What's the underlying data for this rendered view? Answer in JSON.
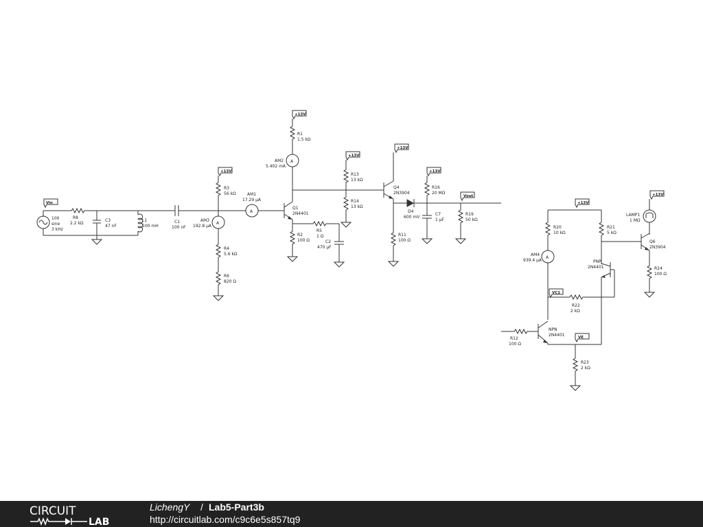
{
  "tags": {
    "vin": "Vin",
    "vout": "Vout",
    "vc1": "VC1",
    "ve": "VE",
    "supply": "+13V"
  },
  "components": {
    "source": {
      "line1": "100",
      "line2": "sine",
      "line3": "3 kHz"
    },
    "R8": {
      "name": "R8",
      "value": "2.2 kΩ"
    },
    "C3": {
      "name": "C3",
      "value": "47 nF"
    },
    "L1": {
      "name": "L1",
      "value": "100 mH"
    },
    "C1": {
      "name": "C1",
      "value": "100 nF"
    },
    "R3": {
      "name": "R3",
      "value": "56 kΩ"
    },
    "AM3": {
      "name": "AM3",
      "value": "192.8 µA"
    },
    "R4": {
      "name": "R4",
      "value": "5.6 kΩ"
    },
    "R6": {
      "name": "R6",
      "value": "820 Ω"
    },
    "AM1": {
      "name": "AM1",
      "value": "17.29 µA"
    },
    "R1": {
      "name": "R1",
      "value": "1.5 kΩ"
    },
    "AM2": {
      "name": "AM2",
      "value": "5.402 mA"
    },
    "Q1": {
      "name": "Q1",
      "value": "2N4401"
    },
    "R2": {
      "name": "R2",
      "value": "100 Ω"
    },
    "R5": {
      "name": "R5",
      "value": "1 Ω"
    },
    "C2": {
      "name": "C2",
      "value": "470 µF"
    },
    "R13": {
      "name": "R13",
      "value": "13 kΩ"
    },
    "R14": {
      "name": "R14",
      "value": "13 kΩ"
    },
    "Q4": {
      "name": "Q4",
      "value": "2N3904"
    },
    "R11": {
      "name": "R11",
      "value": "100 Ω"
    },
    "D4": {
      "name": "D4",
      "value": "600 mV"
    },
    "R16": {
      "name": "R16",
      "value": "20 MΩ"
    },
    "C7": {
      "name": "C7",
      "value": "1 µF"
    },
    "R19": {
      "name": "R19",
      "value": "50 kΩ"
    },
    "R20": {
      "name": "R20",
      "value": "10 kΩ"
    },
    "R21": {
      "name": "R21",
      "value": "5 kΩ"
    },
    "AM4": {
      "name": "AM4",
      "value": "939.4 µA"
    },
    "PNP": {
      "name": "PNP",
      "value": "2N4401"
    },
    "R22": {
      "name": "R22",
      "value": "2 kΩ"
    },
    "NPN": {
      "name": "NPN",
      "value": "2N4401"
    },
    "R12": {
      "name": "R12",
      "value": "100 Ω"
    },
    "R23": {
      "name": "R23",
      "value": "2 kΩ"
    },
    "LAMP1": {
      "name": "LAMP1",
      "value": "1 MΩ"
    },
    "Q6": {
      "name": "Q6",
      "value": "2N3904"
    },
    "R24": {
      "name": "R24",
      "value": "100 Ω"
    }
  },
  "meter_symbol": "A",
  "footer": {
    "logo_top": "CIRCUIT",
    "logo_bottom": "LAB",
    "author": "LichengY",
    "separator": "/",
    "title": "Lab5-Part3b",
    "url": "http://circuitlab.com/c9c6e5s857tq9"
  },
  "colors": {
    "footer_bg": "#222222",
    "wire": "#333333",
    "text": "#222222"
  }
}
